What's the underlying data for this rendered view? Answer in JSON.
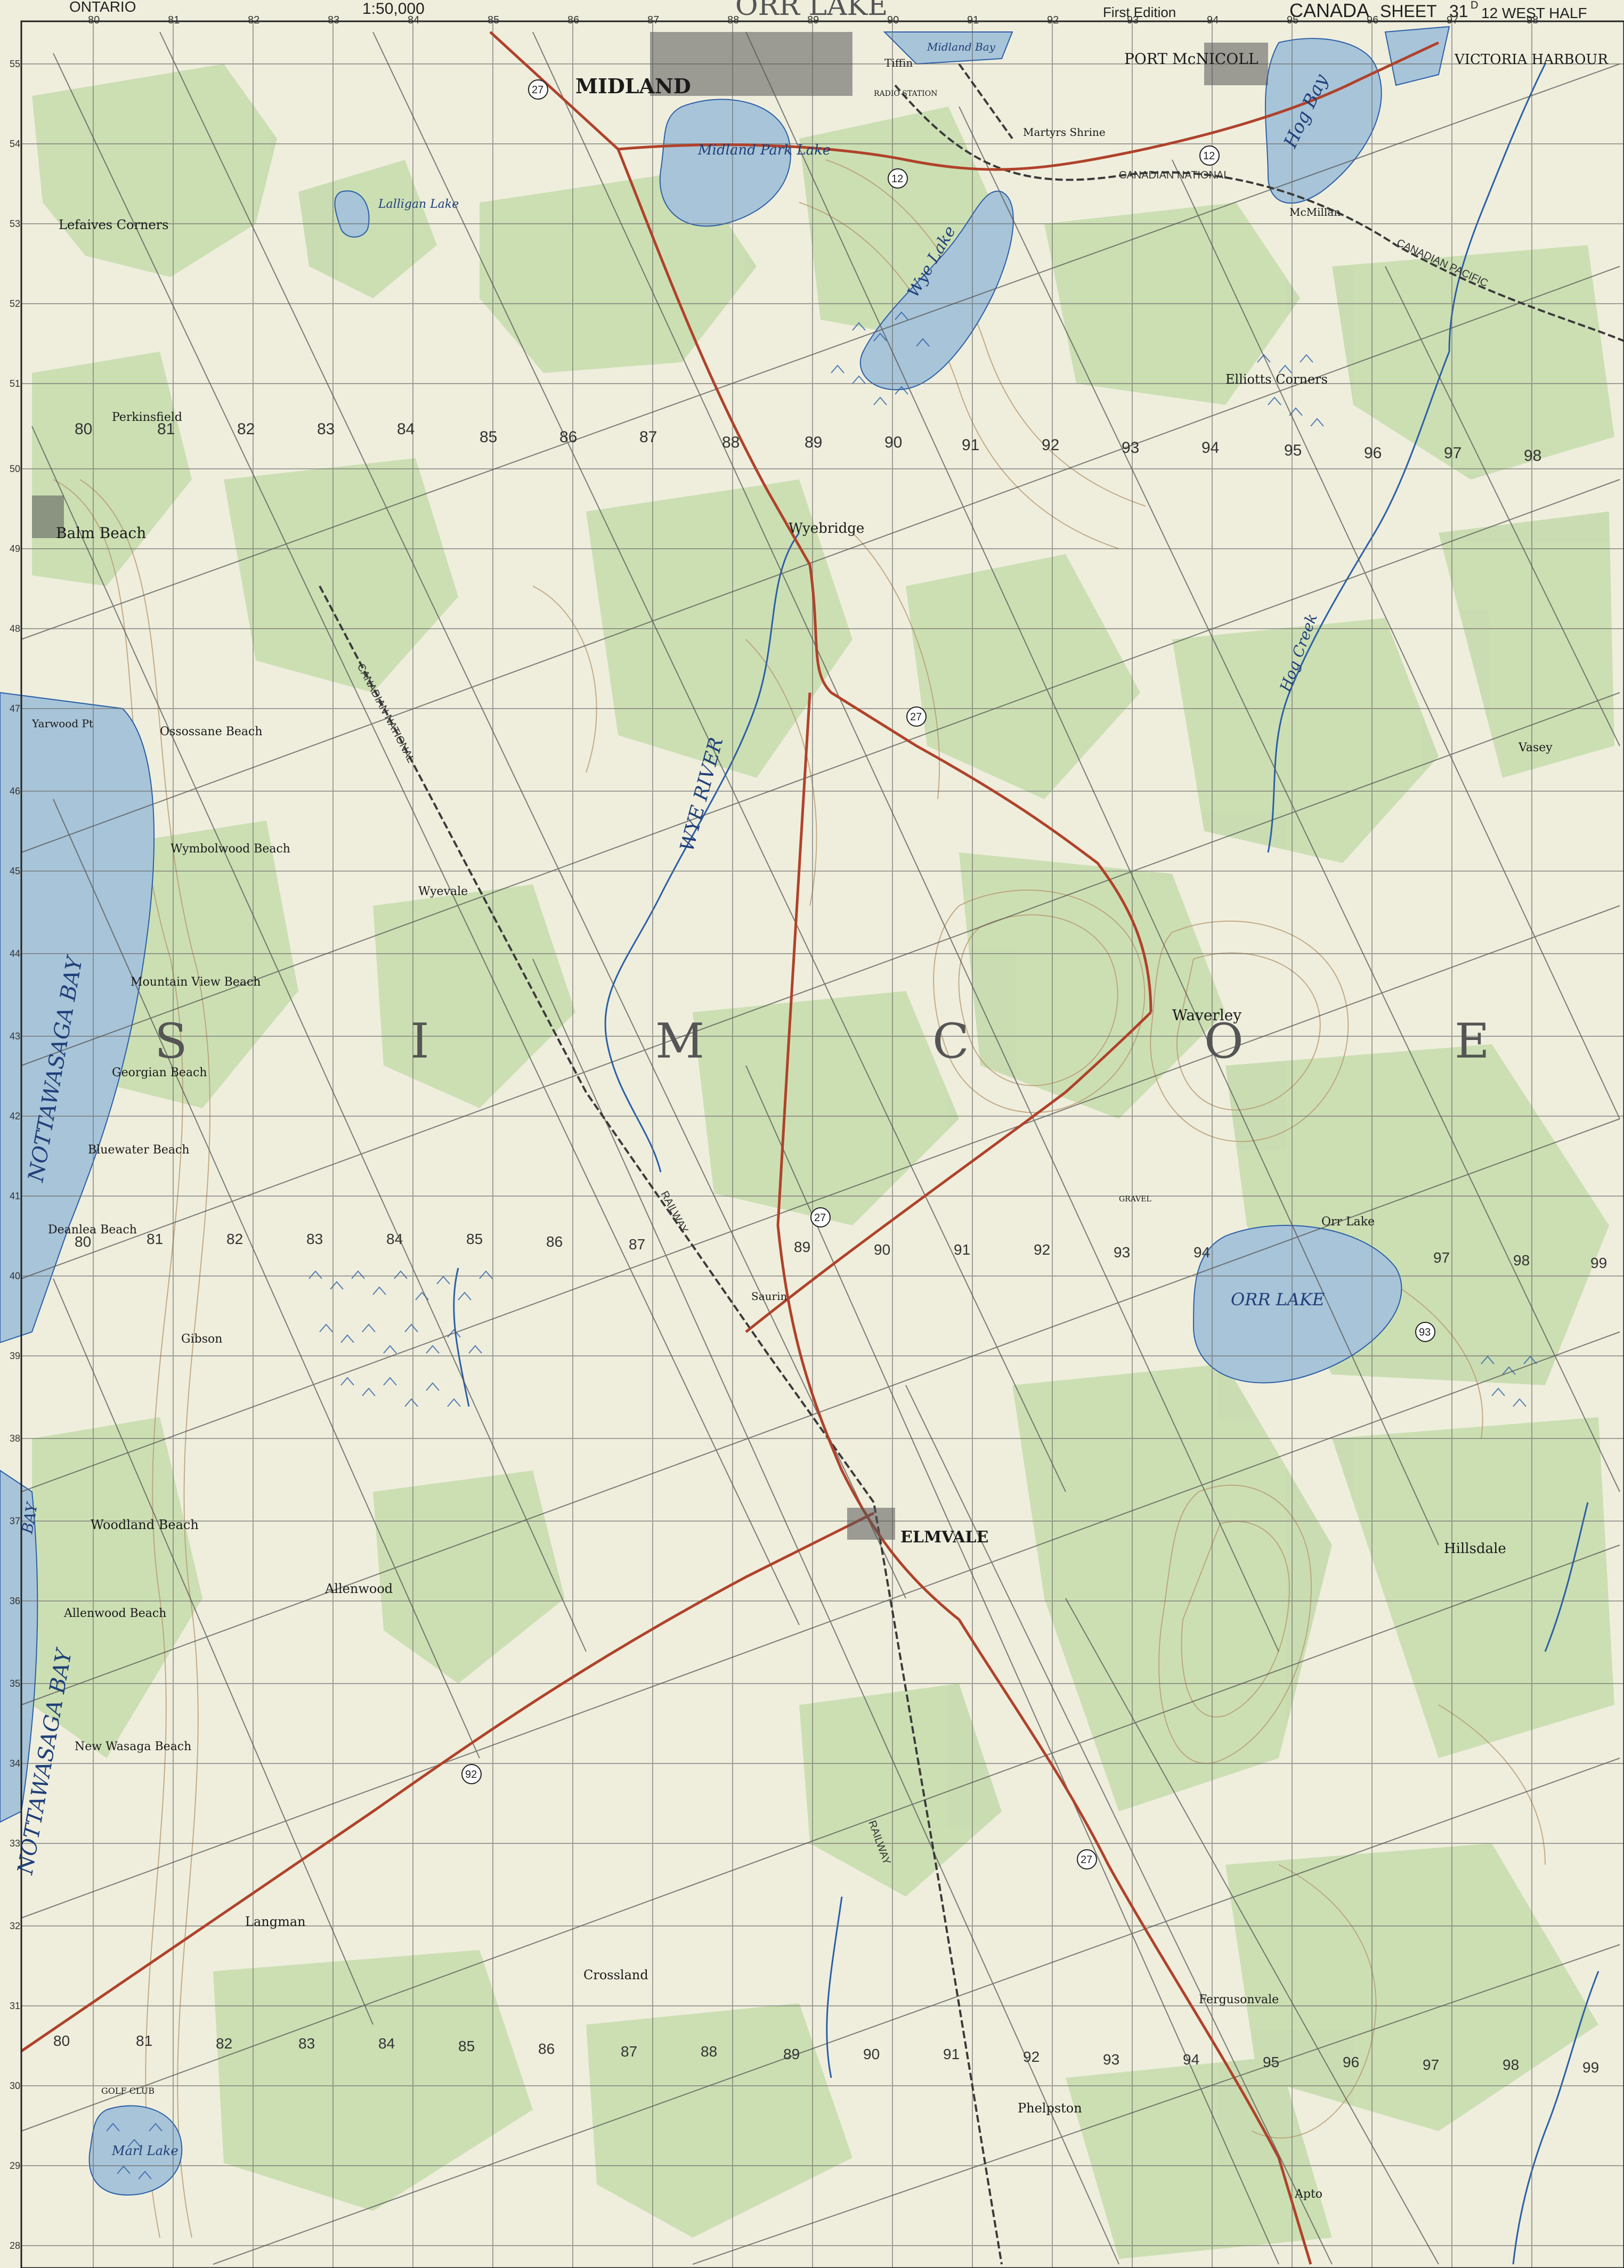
{
  "header": {
    "province": "ONTARIO",
    "scale": "1:50,000",
    "sheet_title": "ORR LAKE",
    "edition": "First Edition",
    "country": "CANADA",
    "sheet_label": "SHEET",
    "sheet_number": "31",
    "sheet_letter": "D",
    "sheet_suffix": "12 WEST HALF"
  },
  "top_ticks": [
    "80",
    "81",
    "82",
    "83",
    "84",
    "85",
    "86",
    "87",
    "88",
    "89",
    "90",
    "91",
    "92",
    "93",
    "94",
    "95",
    "96",
    "97",
    "98"
  ],
  "left_ticks": [
    "55",
    "54",
    "53",
    "52",
    "51",
    "50",
    "49",
    "48",
    "47",
    "46",
    "45",
    "44",
    "43",
    "42",
    "41",
    "40",
    "39",
    "38",
    "37",
    "36",
    "35",
    "34",
    "33",
    "32",
    "31",
    "30",
    "29",
    "28"
  ],
  "county_letters": [
    "S",
    "I",
    "M",
    "C",
    "O",
    "E"
  ],
  "settlements": [
    "MIDLAND",
    "PORT McNICOLL",
    "VICTORIA HARBOUR",
    "Martyrs Shrine",
    "Tiffin",
    "McMillan",
    "Lefaives Corners",
    "Perkinsfield",
    "Balm Beach",
    "Wyebridge",
    "Elliotts Corners",
    "Yarwood Pt",
    "Ossossane Beach",
    "Wymbolwood Beach",
    "Wyevale",
    "Mountain View Beach",
    "Georgian Beach",
    "Bluewater Beach",
    "Deanlea Beach",
    "Waverley",
    "Vasey",
    "Orr Lake",
    "Saurin",
    "Gibson",
    "Woodland Beach",
    "ELMVALE",
    "Hillsdale",
    "Allenwood",
    "Allenwood Beach",
    "New Wasaga Beach",
    "Langman",
    "Crossland",
    "Fergusonvale",
    "Phelpston",
    "Apto",
    "GOLF CLUB",
    "RADIO STATION",
    "GRAVEL"
  ],
  "water_features": [
    "Midland Park Lake",
    "Midland Bay",
    "Hog Bay",
    "Wye Lake",
    "Lalligan Lake",
    "NOTTAWASAGA BAY",
    "ORR LAKE",
    "WYE RIVER",
    "Hog Creek",
    "Marl Lake",
    "BAY"
  ],
  "railways": [
    "CANADIAN NATIONAL",
    "CANADIAN PACIFIC",
    "RAILWAY"
  ],
  "highways": [
    "27",
    "12",
    "92",
    "93"
  ],
  "grid_labels_interior": [
    "80",
    "81",
    "82",
    "83",
    "84",
    "85",
    "86",
    "87",
    "88",
    "89",
    "90",
    "91",
    "92",
    "93",
    "94",
    "95",
    "96",
    "97",
    "98",
    "99"
  ],
  "colors": {
    "paper": "#efeedd",
    "woodland": "#c9ddb0",
    "water": "#a8c4d8",
    "water_line": "#2b5fa8",
    "road_red": "#b0422a",
    "contour": "#b89a72",
    "grid": "#6a6a6a",
    "rail": "#3a3a3a"
  }
}
